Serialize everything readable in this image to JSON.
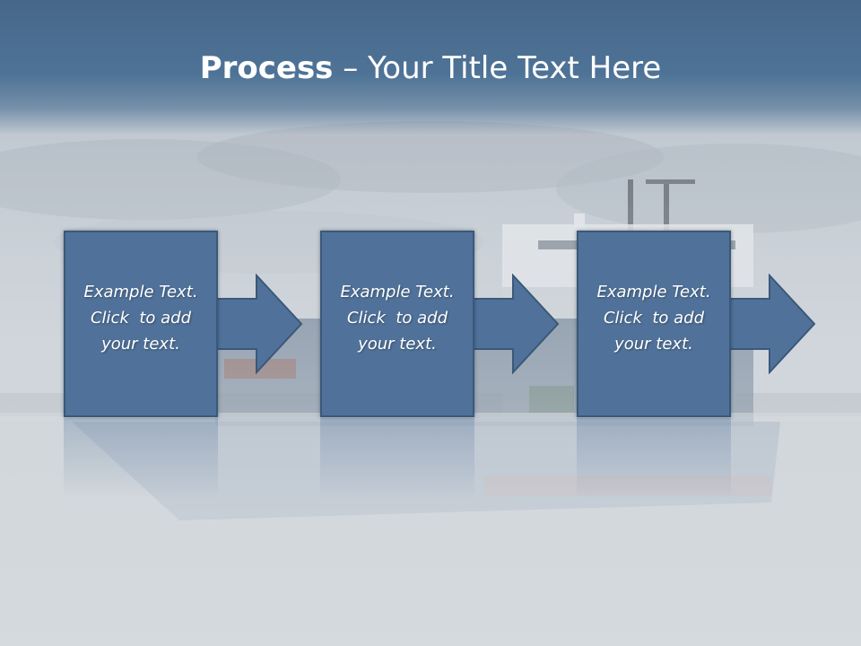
{
  "slide": {
    "title_bold": "Process",
    "title_rest": " – Your Title Text Here"
  },
  "steps": [
    {
      "line1": "Example Text.",
      "line2": "Click  to add",
      "line3": "your text."
    },
    {
      "line1": "Example Text.",
      "line2": "Click  to add",
      "line3": "your text."
    },
    {
      "line1": "Example Text.",
      "line2": "Click  to add",
      "line3": "your text."
    }
  ],
  "colors": {
    "title_band": "#4e7396",
    "shape_fill": "#50729a",
    "shape_border": "#3b5878",
    "text": "#ffffff"
  },
  "icons": {
    "arrow": "right-arrow-icon"
  }
}
